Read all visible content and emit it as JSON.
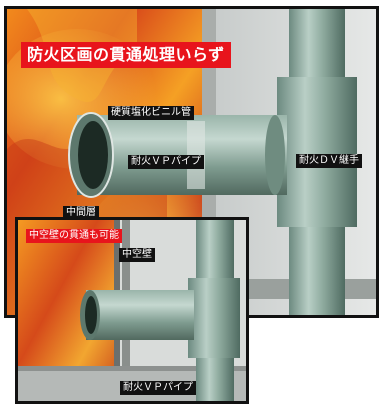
{
  "headline": "防火区画の貫通処理いらず",
  "labels": {
    "pvc_pipe": "硬質塩化ビニル管",
    "fireproof_vp_pipe": "耐火ＶＰパイプ",
    "fireproof_dv_joint": "耐火ＤＶ継手",
    "middle_layer": "中間層"
  },
  "inset": {
    "headline": "中空壁の貫通も可能",
    "hollow_wall": "中空壁",
    "fireproof_vp_pipe": "耐火ＶＰパイプ"
  },
  "colors": {
    "accent_red": "#e8141c",
    "label_bg": "#111111",
    "pipe_green": "#8aa69c",
    "fire_orange": "#e2631a"
  }
}
